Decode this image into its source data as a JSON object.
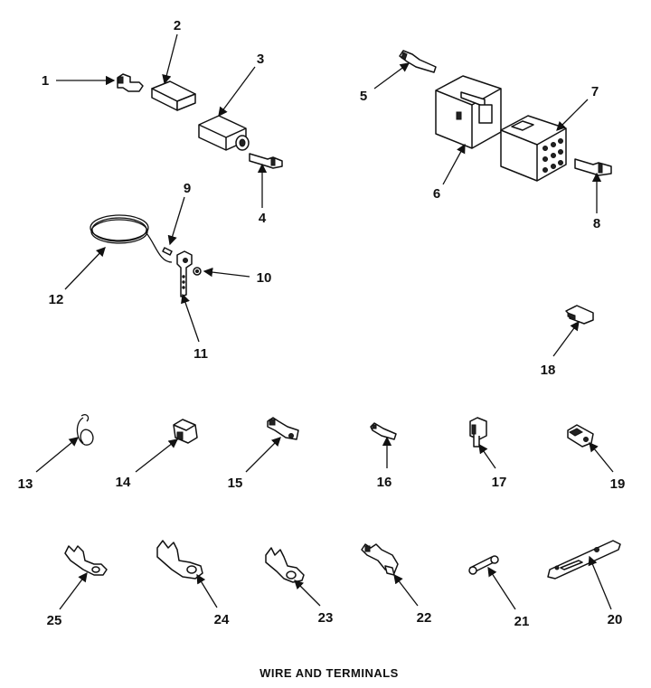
{
  "diagram": {
    "title": "WIRE AND TERMINALS",
    "callouts": [
      {
        "id": "1",
        "name": "callout-1",
        "label": "1"
      },
      {
        "id": "2",
        "name": "callout-2",
        "label": "2"
      },
      {
        "id": "3",
        "name": "callout-3",
        "label": "3"
      },
      {
        "id": "4",
        "name": "callout-4",
        "label": "4"
      },
      {
        "id": "5",
        "name": "callout-5",
        "label": "5"
      },
      {
        "id": "6",
        "name": "callout-6",
        "label": "6"
      },
      {
        "id": "7",
        "name": "callout-7",
        "label": "7"
      },
      {
        "id": "8",
        "name": "callout-8",
        "label": "8"
      },
      {
        "id": "9",
        "name": "callout-9",
        "label": "9"
      },
      {
        "id": "10",
        "name": "callout-10",
        "label": "10"
      },
      {
        "id": "11",
        "name": "callout-11",
        "label": "11"
      },
      {
        "id": "12",
        "name": "callout-12",
        "label": "12"
      },
      {
        "id": "13",
        "name": "callout-13",
        "label": "13"
      },
      {
        "id": "14",
        "name": "callout-14",
        "label": "14"
      },
      {
        "id": "15",
        "name": "callout-15",
        "label": "15"
      },
      {
        "id": "16",
        "name": "callout-16",
        "label": "16"
      },
      {
        "id": "17",
        "name": "callout-17",
        "label": "17"
      },
      {
        "id": "18",
        "name": "callout-18",
        "label": "18"
      },
      {
        "id": "19",
        "name": "callout-19",
        "label": "19"
      },
      {
        "id": "20",
        "name": "callout-20",
        "label": "20"
      },
      {
        "id": "21",
        "name": "callout-21",
        "label": "21"
      },
      {
        "id": "22",
        "name": "callout-22",
        "label": "22"
      },
      {
        "id": "23",
        "name": "callout-23",
        "label": "23"
      },
      {
        "id": "24",
        "name": "callout-24",
        "label": "24"
      },
      {
        "id": "25",
        "name": "callout-25",
        "label": "25"
      }
    ]
  }
}
